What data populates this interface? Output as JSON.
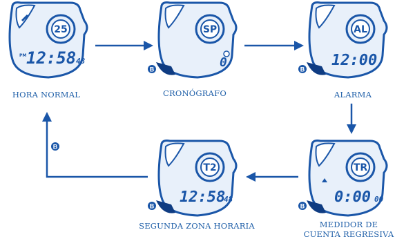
{
  "button_letter": "B",
  "colors": {
    "primary": "#1a56a8",
    "fill": "#e8f0fa",
    "dark": "#0f3c82"
  },
  "modes": [
    {
      "name": "HORA NORMAL",
      "dial": "25",
      "time": "12:58",
      "sub": "48",
      "pm": "PM",
      "has_b": false
    },
    {
      "name": "CRONÓGRAFO",
      "dial": "SP",
      "time": "0",
      "sub": "",
      "pm": "",
      "has_b": true
    },
    {
      "name": "ALARMA",
      "dial": "AL",
      "time": "12:00",
      "sub": "",
      "pm": "",
      "has_b": true
    },
    {
      "name": "MEDIDOR DE CUENTA REGRESIVA",
      "name_lines": [
        "MEDIDOR DE",
        "CUENTA REGRESIVA"
      ],
      "dial": "TR",
      "time": "0:00",
      "sub": "00",
      "pm": "",
      "has_b": true
    },
    {
      "name": "SEGUNDA ZONA HORARIA",
      "dial": "T2",
      "time": "12:58",
      "sub": "48",
      "pm": "",
      "has_b": true
    }
  ],
  "return_button": "B"
}
